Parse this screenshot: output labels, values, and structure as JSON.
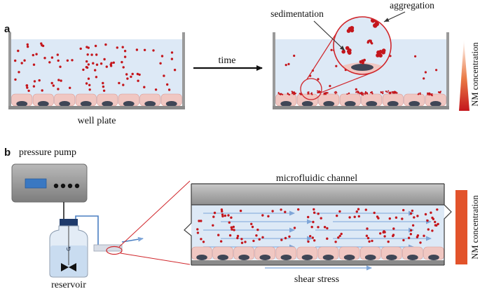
{
  "panel_a": {
    "letter": "a",
    "well_plate_label": "well plate",
    "time_label": "time",
    "sedimentation_label": "sedimentation",
    "aggregation_label": "aggregation",
    "gradient_label": "NM concentration"
  },
  "panel_b": {
    "letter": "b",
    "pump_label": "pressure pump",
    "reservoir_label": "reservoir",
    "channel_label": "microfluidic channel",
    "shear_label": "shear stress",
    "bar_label": "NM concentration"
  },
  "colors": {
    "particle": "#c4161c",
    "medium": "#dde9f6",
    "cell": "#f0c7c2",
    "nucleus": "#3f4656",
    "wall": "#a9a9a9",
    "gradient_high": "#c4161c",
    "gradient_low": "#ffffff",
    "bar": "#e2532b",
    "flow": "#8fb3e0"
  }
}
